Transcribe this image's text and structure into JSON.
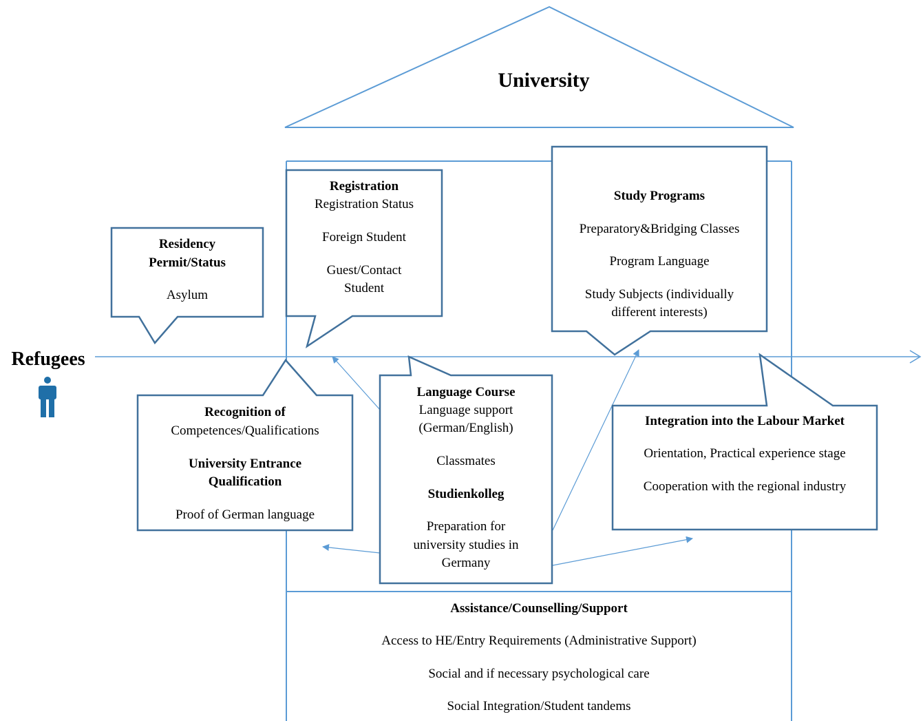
{
  "diagram": {
    "title": "University",
    "refugees_label": "Refugees",
    "colors": {
      "line": "#5b9bd5",
      "box": "#41719c",
      "person": "#1f6fa8"
    },
    "icons": {
      "person": "person-icon"
    },
    "residency": {
      "title_1": "Residency",
      "title_2": "Permit/Status",
      "item": "Asylum"
    },
    "registration": {
      "title": "Registration",
      "line1": "Registration Status",
      "line2": "Foreign Student",
      "line3a": "Guest/Contact",
      "line3b": "Student"
    },
    "study": {
      "title": "Study Programs",
      "line1": "Preparatory&Bridging Classes",
      "line2": "Program Language",
      "line3a": "Study Subjects (individually",
      "line3b": "different interests)"
    },
    "recognition": {
      "title": "Recognition of",
      "line1": "Competences/Qualifications",
      "title2a": "University Entrance",
      "title2b": "Qualification",
      "line2": "Proof of German language"
    },
    "language": {
      "title": "Language Course",
      "line1": "Language support",
      "line2": "(German/English)",
      "line3": "Classmates",
      "title2": "Studienkolleg",
      "line4a": "Preparation for",
      "line4b": "university studies in",
      "line4c": "Germany"
    },
    "labour": {
      "title": "Integration into the Labour Market",
      "line1": "Orientation, Practical experience stage",
      "line2": "Cooperation with the regional industry"
    },
    "assistance": {
      "title": "Assistance/Counselling/Support",
      "line1": "Access to HE/Entry Requirements (Administrative Support)",
      "line2": "Social and if necessary psychological care",
      "line3": "Social Integration/Student tandems"
    }
  }
}
